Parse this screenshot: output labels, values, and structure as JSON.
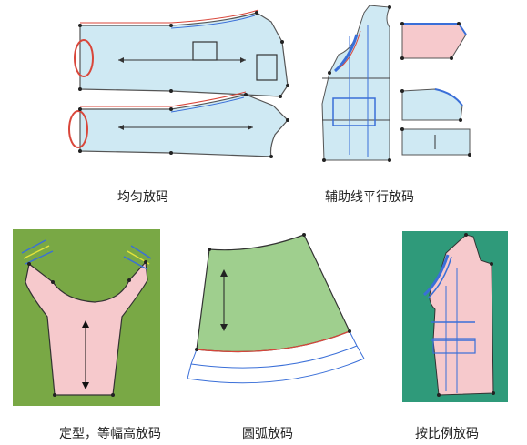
{
  "captions": {
    "uniform": "均匀放码",
    "parallel": "辅助线平行放码",
    "fixed": "定型，等幅高放码",
    "arc": "圆弧放码",
    "proportional": "按比例放码"
  },
  "colors": {
    "light_blue_fill": "#cfe9f3",
    "pink_fill": "#f6c9cc",
    "green_bg": "#79a845",
    "teal_bg": "#2f9a7a",
    "arc_fill": "#9fcf8e",
    "red_line": "#d9463a",
    "blue_line": "#3a6fd8"
  }
}
